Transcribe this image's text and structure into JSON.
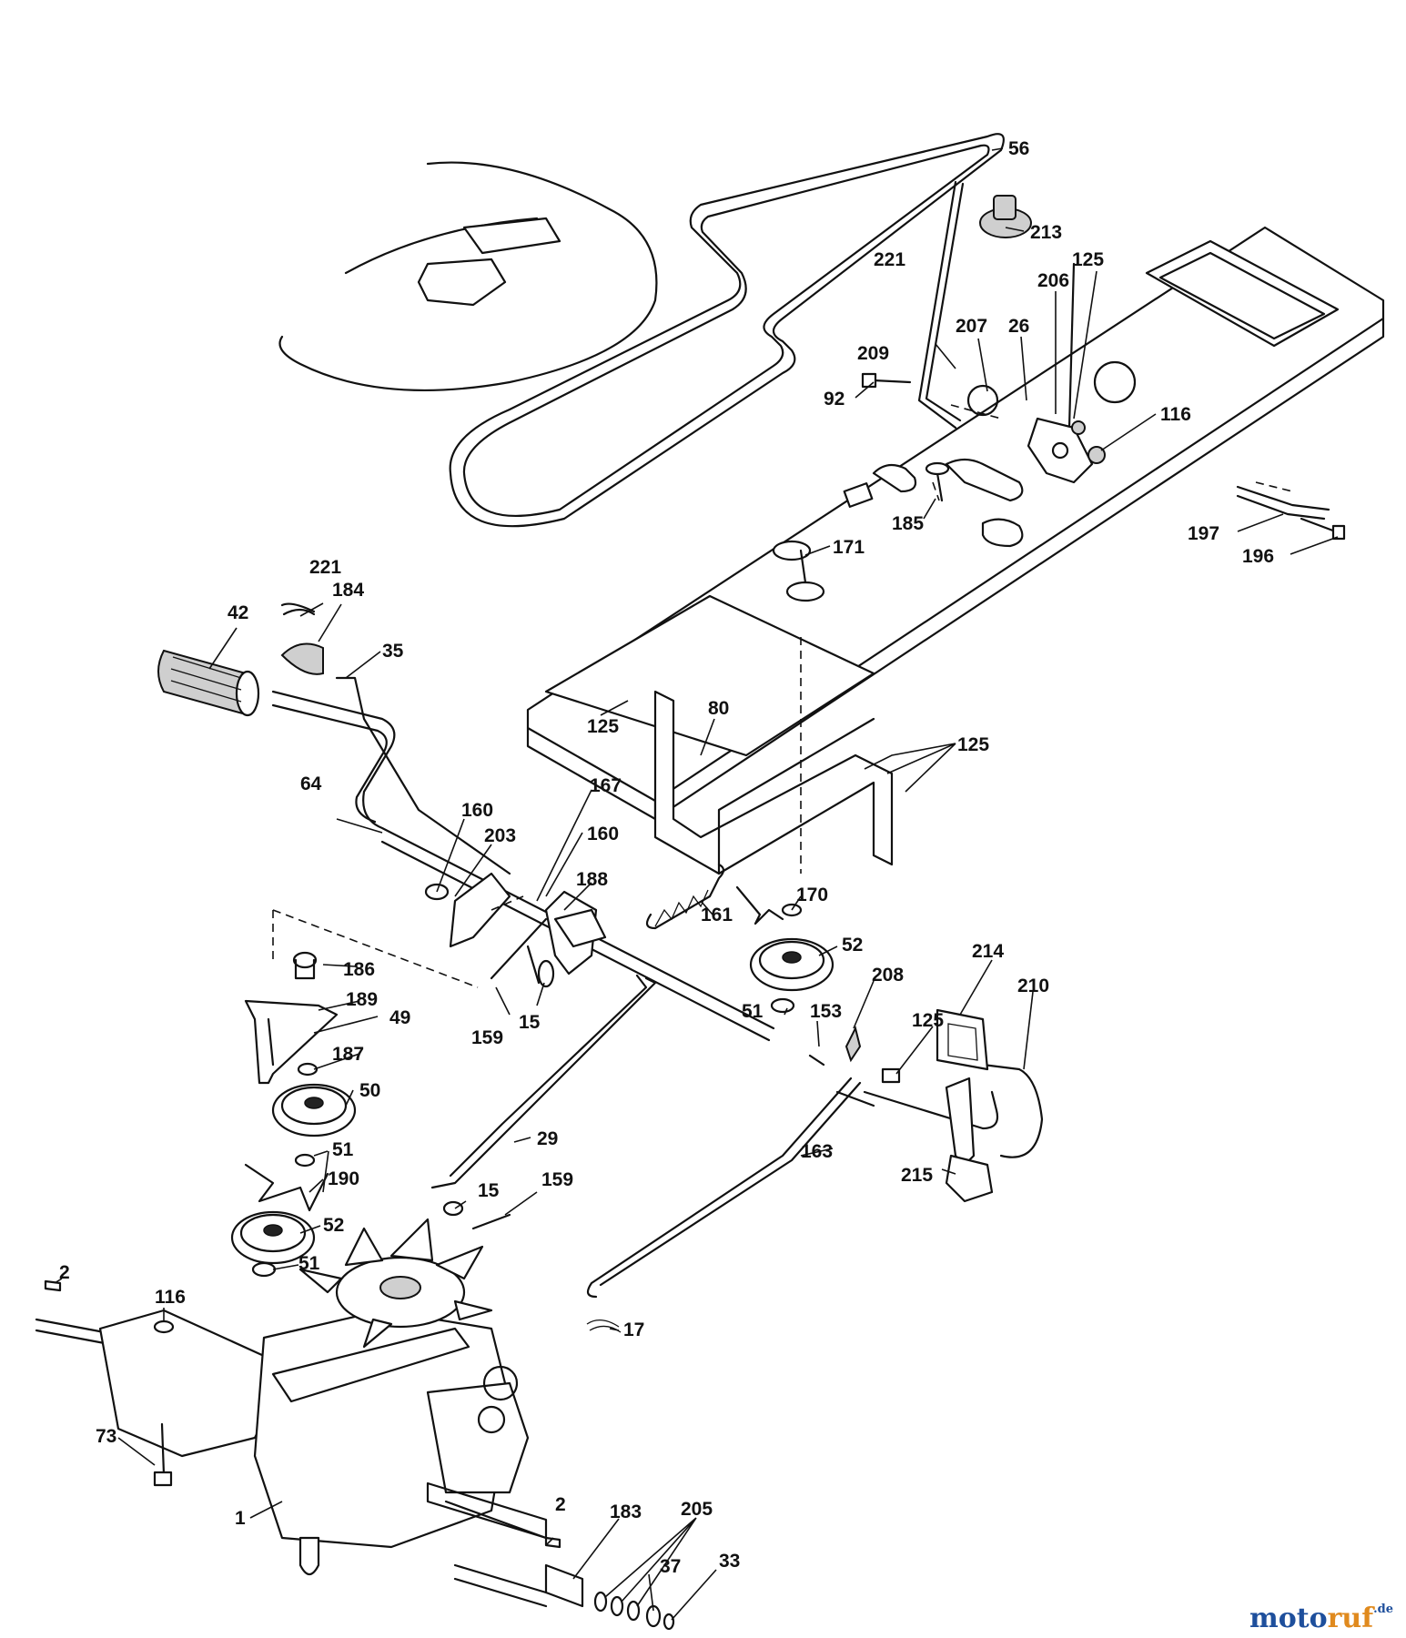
{
  "diagram": {
    "callouts": [
      {
        "id": "56",
        "text": "56"
      },
      {
        "id": "213",
        "text": "213"
      },
      {
        "id": "221a",
        "text": "221"
      },
      {
        "id": "125a",
        "text": "125"
      },
      {
        "id": "206",
        "text": "206"
      },
      {
        "id": "207",
        "text": "207"
      },
      {
        "id": "26",
        "text": "26"
      },
      {
        "id": "209",
        "text": "209"
      },
      {
        "id": "92",
        "text": "92"
      },
      {
        "id": "116a",
        "text": "116"
      },
      {
        "id": "185",
        "text": "185"
      },
      {
        "id": "197",
        "text": "197"
      },
      {
        "id": "196",
        "text": "196"
      },
      {
        "id": "171",
        "text": "171"
      },
      {
        "id": "221b",
        "text": "221"
      },
      {
        "id": "184",
        "text": "184"
      },
      {
        "id": "42",
        "text": "42"
      },
      {
        "id": "35",
        "text": "35"
      },
      {
        "id": "125b",
        "text": "125"
      },
      {
        "id": "80",
        "text": "80"
      },
      {
        "id": "125c",
        "text": "125"
      },
      {
        "id": "64",
        "text": "64"
      },
      {
        "id": "160a",
        "text": "160"
      },
      {
        "id": "203",
        "text": "203"
      },
      {
        "id": "167",
        "text": "167"
      },
      {
        "id": "160b",
        "text": "160"
      },
      {
        "id": "188",
        "text": "188"
      },
      {
        "id": "170",
        "text": "170"
      },
      {
        "id": "161",
        "text": "161"
      },
      {
        "id": "52a",
        "text": "52"
      },
      {
        "id": "186",
        "text": "186"
      },
      {
        "id": "189",
        "text": "189"
      },
      {
        "id": "49",
        "text": "49"
      },
      {
        "id": "187",
        "text": "187"
      },
      {
        "id": "50",
        "text": "50"
      },
      {
        "id": "159a",
        "text": "159"
      },
      {
        "id": "15a",
        "text": "15"
      },
      {
        "id": "208",
        "text": "208"
      },
      {
        "id": "214",
        "text": "214"
      },
      {
        "id": "210",
        "text": "210"
      },
      {
        "id": "125d",
        "text": "125"
      },
      {
        "id": "51a",
        "text": "51"
      },
      {
        "id": "153",
        "text": "153"
      },
      {
        "id": "29",
        "text": "29"
      },
      {
        "id": "51b",
        "text": "51"
      },
      {
        "id": "190",
        "text": "190"
      },
      {
        "id": "163",
        "text": "163"
      },
      {
        "id": "215",
        "text": "215"
      },
      {
        "id": "15b",
        "text": "15"
      },
      {
        "id": "159b",
        "text": "159"
      },
      {
        "id": "52b",
        "text": "52"
      },
      {
        "id": "51c",
        "text": "51"
      },
      {
        "id": "2a",
        "text": "2"
      },
      {
        "id": "116b",
        "text": "116"
      },
      {
        "id": "17",
        "text": "17"
      },
      {
        "id": "73",
        "text": "73"
      },
      {
        "id": "1",
        "text": "1"
      },
      {
        "id": "2b",
        "text": "2"
      },
      {
        "id": "183",
        "text": "183"
      },
      {
        "id": "205",
        "text": "205"
      },
      {
        "id": "37",
        "text": "37"
      },
      {
        "id": "33",
        "text": "33"
      }
    ]
  },
  "watermark": {
    "part1": "moto",
    "part2": "ruf",
    "part3": ".de"
  }
}
